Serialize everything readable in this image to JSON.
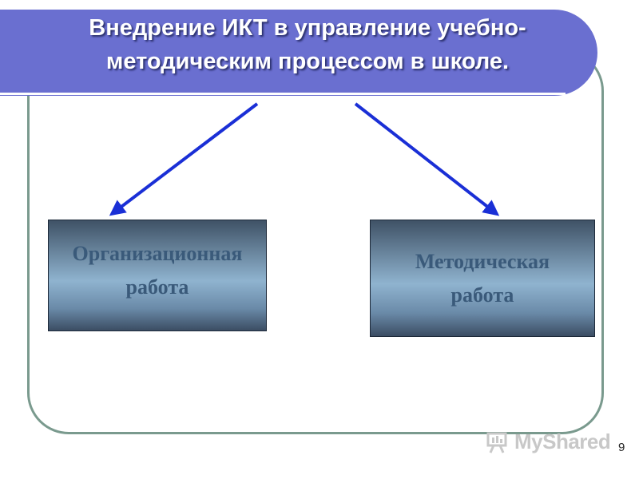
{
  "slide": {
    "title_line1": "Внедрение ИКТ в управление учебно-",
    "title_line2": "методическим процессом в школе.",
    "box_left_line1": "Организационная",
    "box_left_line2": "работа",
    "box_right_line1": "Методическая",
    "box_right_line2": "работа",
    "page_number": "9"
  },
  "watermark": {
    "text": "MyShared"
  },
  "colors": {
    "banner": "#6a6fd0",
    "frame": "#7a9a8e",
    "arrow": "#1a2fd6",
    "box_text": "#3a5a7a"
  }
}
